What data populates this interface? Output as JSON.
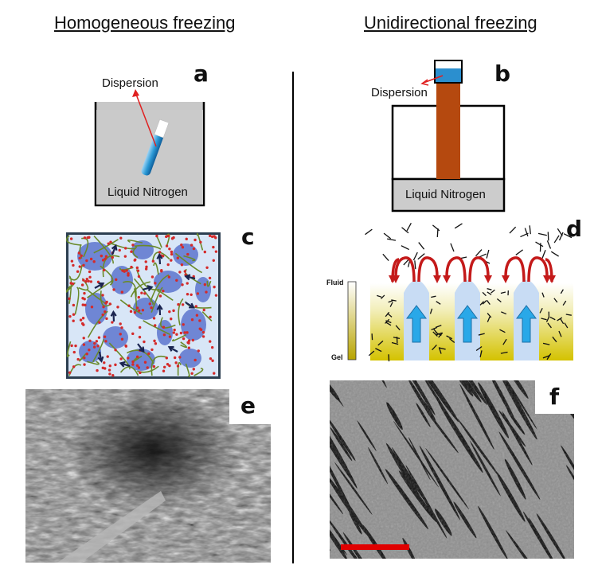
{
  "headings": {
    "left": "Homogeneous freezing",
    "right": "Unidirectional freezing"
  },
  "panels": {
    "a": {
      "letter": "a",
      "dispersion_label": "Dispersion",
      "bath_label": "Liquid Nitrogen"
    },
    "b": {
      "letter": "b",
      "dispersion_label": "Dispersion",
      "bath_label": "Liquid Nitrogen"
    },
    "c": {
      "letter": "c"
    },
    "d": {
      "letter": "d",
      "gradient_top": "Fluid",
      "gradient_bottom": "Gel"
    },
    "e": {
      "letter": "e"
    },
    "f": {
      "letter": "f"
    }
  },
  "colors": {
    "ice_blob": "#6f86d4",
    "fiber": "#6a8a2a",
    "particle": "#d42a2a",
    "arrow_dark": "#1a2450",
    "ice_column": "#c8dcf4",
    "ice_arrow": "#29a8e8",
    "gel": "#d4c200",
    "flow_arrow": "#c41a1a",
    "mold": "#b5490f",
    "bath": "#cccccc",
    "scale_bar": "#e00000"
  }
}
